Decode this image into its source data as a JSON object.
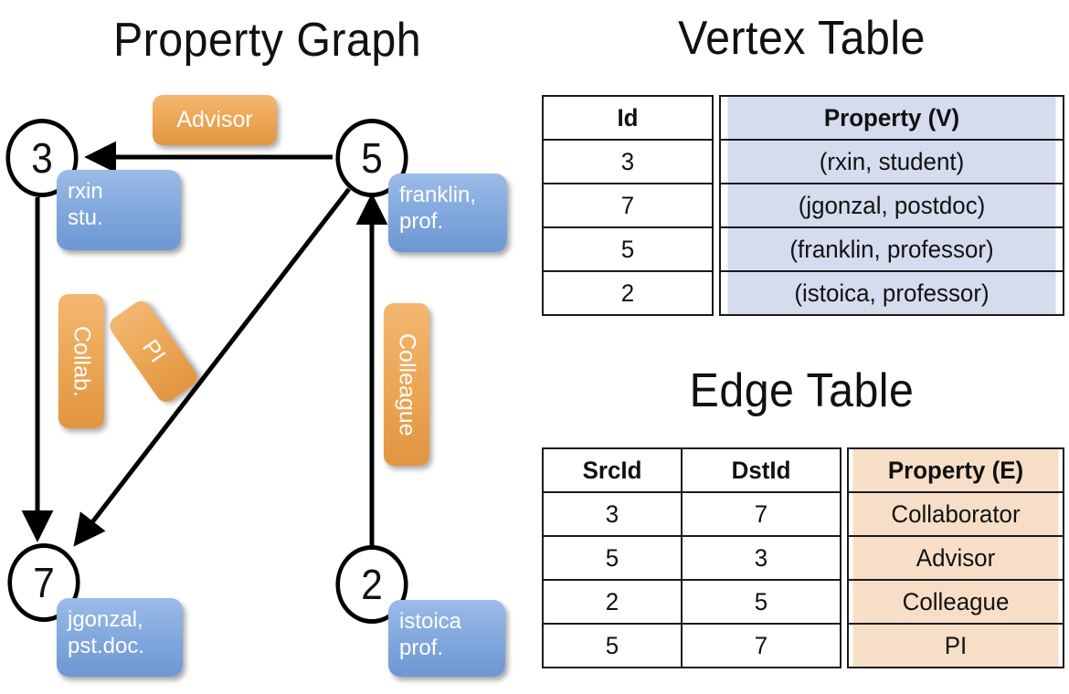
{
  "graph": {
    "title": "Property Graph",
    "nodes": [
      {
        "id": "3",
        "property_lines": [
          "rxin",
          "stu."
        ]
      },
      {
        "id": "5",
        "property_lines": [
          "franklin,",
          "prof."
        ]
      },
      {
        "id": "7",
        "property_lines": [
          "jgonzal,",
          "pst.doc."
        ]
      },
      {
        "id": "2",
        "property_lines": [
          "istoica",
          "prof."
        ]
      }
    ],
    "edge_labels": [
      {
        "name": "advisor",
        "text": "Advisor"
      },
      {
        "name": "collab",
        "text": "Collab."
      },
      {
        "name": "pi",
        "text": "PI"
      },
      {
        "name": "colleague",
        "text": "Colleague"
      }
    ],
    "edges": [
      {
        "src": "5",
        "dst": "3",
        "label": "Advisor"
      },
      {
        "src": "3",
        "dst": "7",
        "label": "Collab."
      },
      {
        "src": "5",
        "dst": "7",
        "label": "PI"
      },
      {
        "src": "2",
        "dst": "5",
        "label": "Colleague"
      }
    ]
  },
  "vertex_table": {
    "title": "Vertex Table",
    "headers": [
      "Id",
      "Property (V)"
    ],
    "rows": [
      {
        "id": "3",
        "property": "(rxin, student)"
      },
      {
        "id": "7",
        "property": "(jgonzal, postdoc)"
      },
      {
        "id": "5",
        "property": "(franklin, professor)"
      },
      {
        "id": "2",
        "property": "(istoica, professor)"
      }
    ]
  },
  "edge_table": {
    "title": "Edge Table",
    "headers": [
      "SrcId",
      "DstId",
      "Property (E)"
    ],
    "rows": [
      {
        "src": "3",
        "dst": "7",
        "property": "Collaborator"
      },
      {
        "src": "5",
        "dst": "3",
        "property": "Advisor"
      },
      {
        "src": "2",
        "dst": "5",
        "property": "Colleague"
      },
      {
        "src": "5",
        "dst": "7",
        "property": "PI"
      }
    ]
  },
  "colors": {
    "vertex_fill": "#d4dcee",
    "edge_fill": "#f6dfc6",
    "node_box_blue": "#84aade",
    "edge_label_orange": "#eca859",
    "stroke": "#000000",
    "background": "#ffffff"
  }
}
